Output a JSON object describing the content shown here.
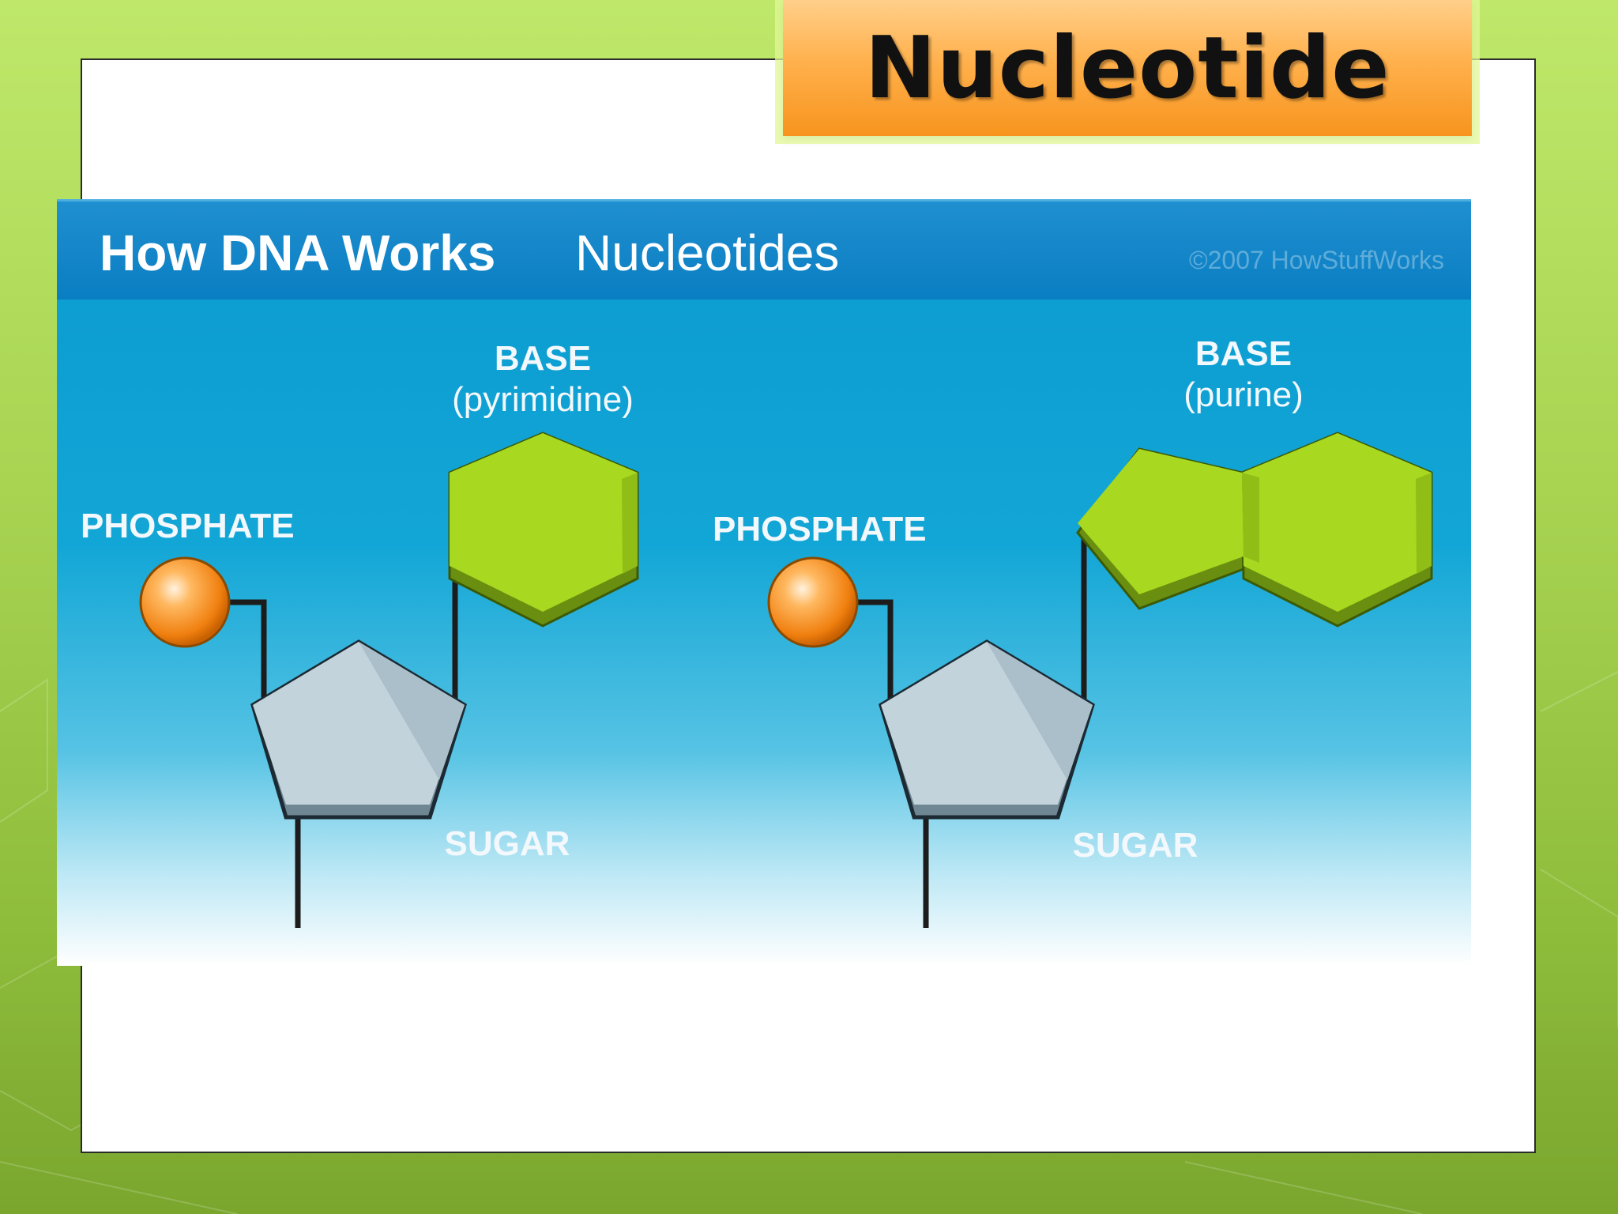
{
  "slide": {
    "title": "Nucleotide"
  },
  "figure": {
    "heading_bold": "How DNA Works",
    "heading_light": "Nucleotides",
    "credit": "©2007 HowStuffWorks"
  },
  "left_nucleotide": {
    "phosphate_label": "PHOSPHATE",
    "base_label": "BASE",
    "base_type": "(pyrimidine)",
    "sugar_label": "SUGAR"
  },
  "right_nucleotide": {
    "phosphate_label": "PHOSPHATE",
    "base_label": "BASE",
    "base_type": "(purine)",
    "sugar_label": "SUGAR"
  },
  "colors": {
    "base": "#a6d41c",
    "phosphate": "#f28c1a",
    "sugar": "#b7cbd6",
    "title_box": "#f7941e",
    "figure_blue": "#0a7ec2"
  }
}
